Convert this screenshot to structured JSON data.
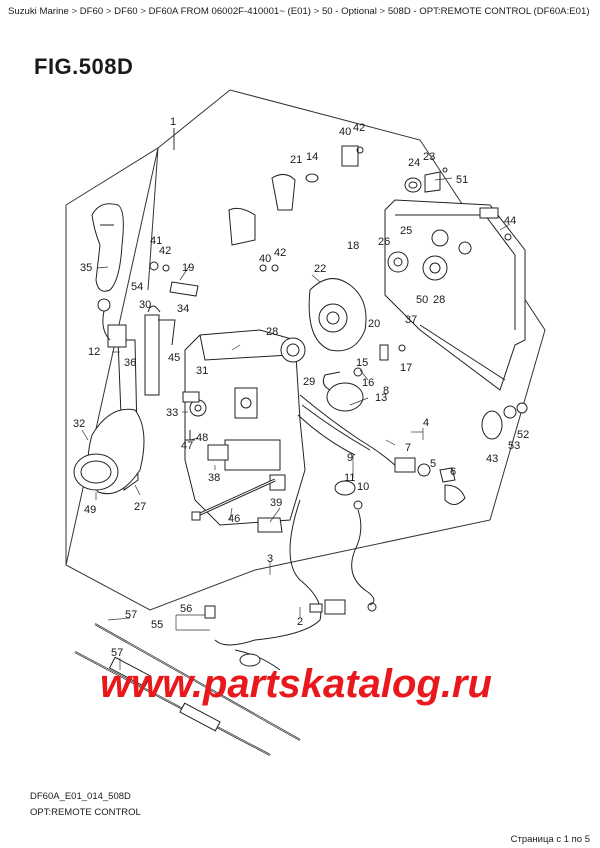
{
  "breadcrumb": [
    "Suzuki Marine",
    "DF60",
    "DF60",
    "DF60A FROM 06002F-410001~ (E01)",
    "50 - Optional",
    "508D - OPT:REMOTE CONTROL (DF60A:E01)"
  ],
  "breadcrumb_separator": ">",
  "figure": {
    "title": "FIG.508D"
  },
  "parts": {
    "p1": "1",
    "p2": "2",
    "p3": "3",
    "p4": "4",
    "p5": "5",
    "p6": "6",
    "p7": "7",
    "p8": "8",
    "p9": "9",
    "p10": "10",
    "p11": "11",
    "p12": "12",
    "p13": "13",
    "p14": "14",
    "p15": "15",
    "p16": "16",
    "p17": "17",
    "p18": "18",
    "p19": "19",
    "p20": "20",
    "p21": "21",
    "p22": "22",
    "p23": "23",
    "p24": "24",
    "p25": "25",
    "p26": "26",
    "p27": "27",
    "p28a": "28",
    "p28b": "28",
    "p29": "29",
    "p30": "30",
    "p31": "31",
    "p32": "32",
    "p33": "33",
    "p34": "34",
    "p35": "35",
    "p36": "36",
    "p37": "37",
    "p38": "38",
    "p39": "39",
    "p40a": "40",
    "p40b": "40",
    "p41": "41",
    "p42a": "42",
    "p42b": "42",
    "p42c": "42",
    "p43": "43",
    "p44": "44",
    "p45": "45",
    "p46": "46",
    "p47": "47",
    "p48": "48",
    "p49": "49",
    "p50": "50",
    "p51": "51",
    "p52": "52",
    "p53": "53",
    "p54": "54",
    "p55": "55",
    "p56": "56",
    "p57a": "57",
    "p57b": "57"
  },
  "watermark": "www.partskatalog.ru",
  "footer": {
    "code": "DF60A_E01_014_508D",
    "title": "OPT:REMOTE CONTROL",
    "pagination": "Страница с 1 по 5"
  }
}
